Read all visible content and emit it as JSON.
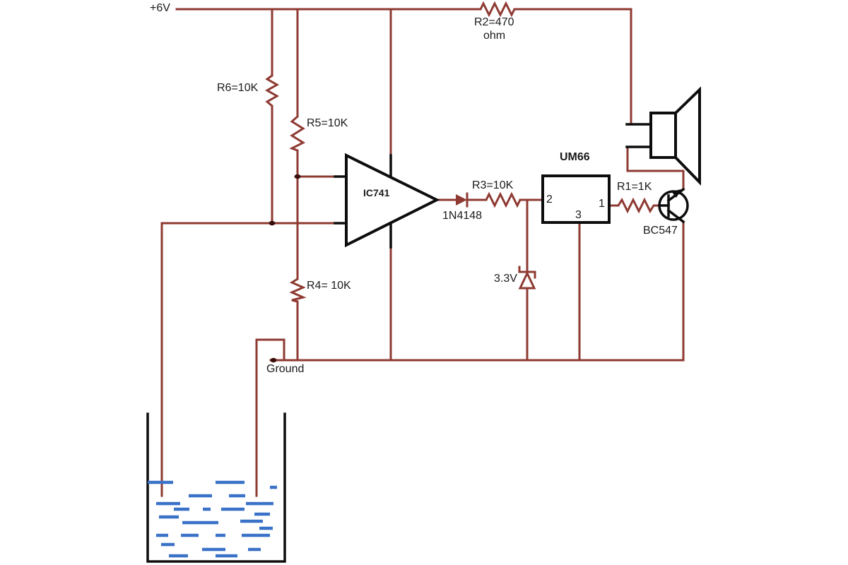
{
  "colors": {
    "background": "#ffffff",
    "wire": "#8e3a32",
    "component": "#0d0d0d",
    "water": "#3a72c8",
    "text": "#1a1a1a"
  },
  "power": {
    "label": "+6V"
  },
  "ground": {
    "label": "Ground"
  },
  "resistors": {
    "r1": "R1=1K",
    "r2": "R2=470",
    "r2_unit": "ohm",
    "r3": "R3=10K",
    "r4": "R4= 10K",
    "r5": "R5=10K",
    "r6": "R6=10K"
  },
  "opamp": {
    "label": "IC741"
  },
  "diode": {
    "label": "1N4148"
  },
  "zener": {
    "label": "3.3V"
  },
  "melody_ic": {
    "label": "UM66",
    "pin_left": "2",
    "pin_right": "1",
    "pin_bottom": "3"
  },
  "transistor": {
    "label": "BC547"
  }
}
